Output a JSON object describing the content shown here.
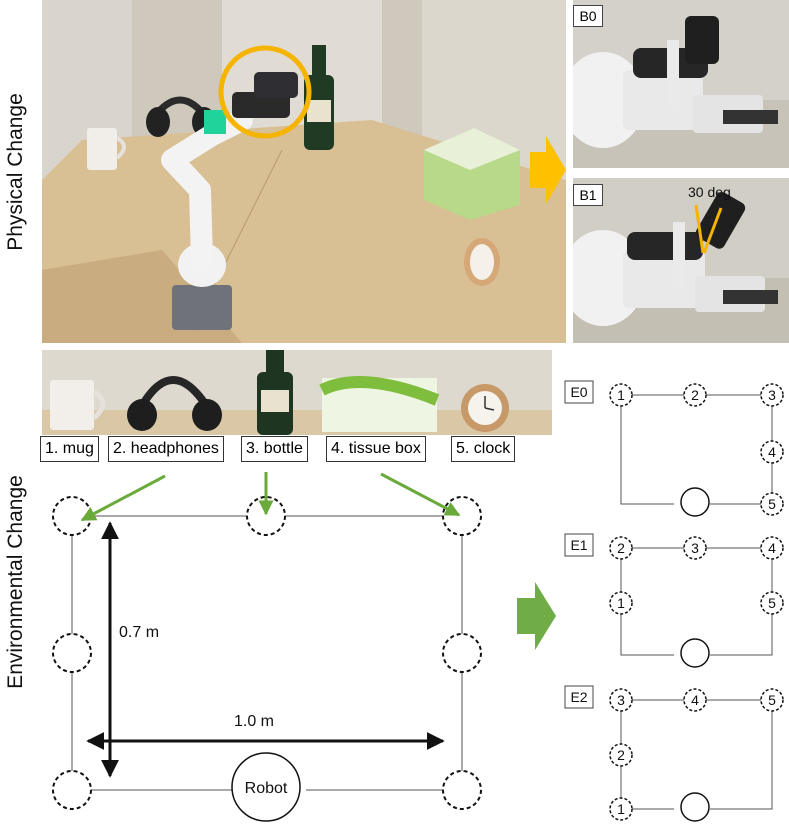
{
  "sections": {
    "physical_change_label": "Physical Change",
    "environmental_change_label": "Environmental Change"
  },
  "physical": {
    "b0_label": "B0",
    "b1_label": "B1",
    "angle_annotation": "30 deg",
    "highlight_color": "#F5B400"
  },
  "objects": [
    {
      "label": "1. mug"
    },
    {
      "label": "2. headphones"
    },
    {
      "label": "3. bottle"
    },
    {
      "label": "4. tissue box"
    },
    {
      "label": "5. clock"
    }
  ],
  "layout_diagram": {
    "width_label": "1.0 m",
    "height_label": "0.7 m",
    "robot_label": "Robot",
    "arrow_color": "#6AAA3A"
  },
  "configs": [
    {
      "label": "E0",
      "slots": [
        "1",
        "2",
        "3",
        "4",
        "5"
      ]
    },
    {
      "label": "E1",
      "slots": [
        "2",
        "3",
        "4",
        "1",
        "5"
      ]
    },
    {
      "label": "E2",
      "slots": [
        "3",
        "4",
        "5",
        "2",
        "1"
      ]
    }
  ],
  "colors": {
    "physical_arrow": "#FFC000",
    "environmental_arrow": "#70AD47"
  }
}
